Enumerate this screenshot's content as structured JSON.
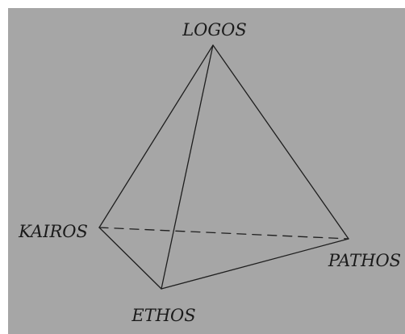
{
  "diagram": {
    "background_color": "#a6a6a6",
    "edge_color": "#1e1e1e",
    "vertices": [
      {
        "id": "logos",
        "label": "LOGOS"
      },
      {
        "id": "kairos",
        "label": "KAIROS"
      },
      {
        "id": "ethos",
        "label": "ETHOS"
      },
      {
        "id": "pathos",
        "label": "PATHOS"
      }
    ],
    "edges": [
      {
        "from": "logos",
        "to": "kairos",
        "style": "solid"
      },
      {
        "from": "logos",
        "to": "ethos",
        "style": "solid"
      },
      {
        "from": "logos",
        "to": "pathos",
        "style": "solid"
      },
      {
        "from": "kairos",
        "to": "ethos",
        "style": "solid"
      },
      {
        "from": "ethos",
        "to": "pathos",
        "style": "solid"
      },
      {
        "from": "kairos",
        "to": "pathos",
        "style": "dashed"
      }
    ]
  }
}
